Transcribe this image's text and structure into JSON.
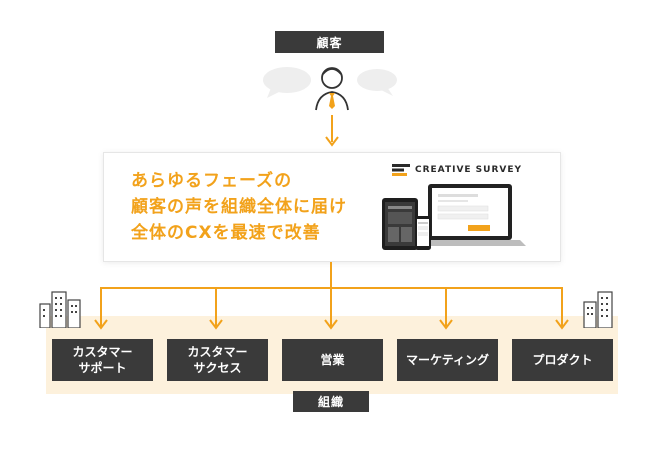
{
  "customer_label": "顧客",
  "headline": {
    "line1": "あらゆるフェーズの",
    "line2": "顧客の声を組織全体に届け",
    "line3": "全体のCXを最速で改善"
  },
  "brand": {
    "name": "CREATIVE SURVEY",
    "color": "#f2a21b"
  },
  "departments": [
    {
      "line1": "カスタマー",
      "line2": "サポート"
    },
    {
      "line1": "カスタマー",
      "line2": "サクセス"
    },
    {
      "line1": "営業",
      "line2": ""
    },
    {
      "line1": "マーケティング",
      "line2": ""
    },
    {
      "line1": "プロダクト",
      "line2": ""
    }
  ],
  "org_label": "組織",
  "colors": {
    "accent": "#f2a21b",
    "dark": "#3a3a3a",
    "band": "#fdf1dc"
  }
}
